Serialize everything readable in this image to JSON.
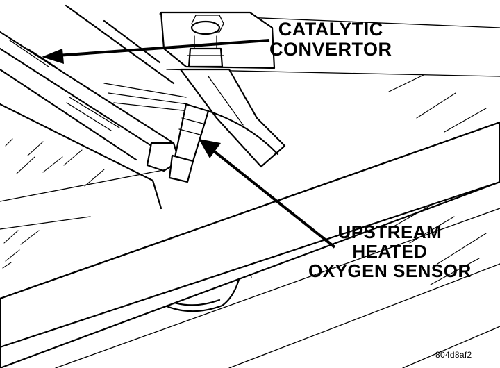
{
  "diagram": {
    "labels": {
      "catalytic_convertor": [
        "CATALYTIC",
        "CONVERTOR"
      ],
      "oxygen_sensor": [
        "UPSTREAM",
        "HEATED",
        "OXYGEN SENSOR"
      ]
    },
    "figure_id": "804d8af2"
  }
}
